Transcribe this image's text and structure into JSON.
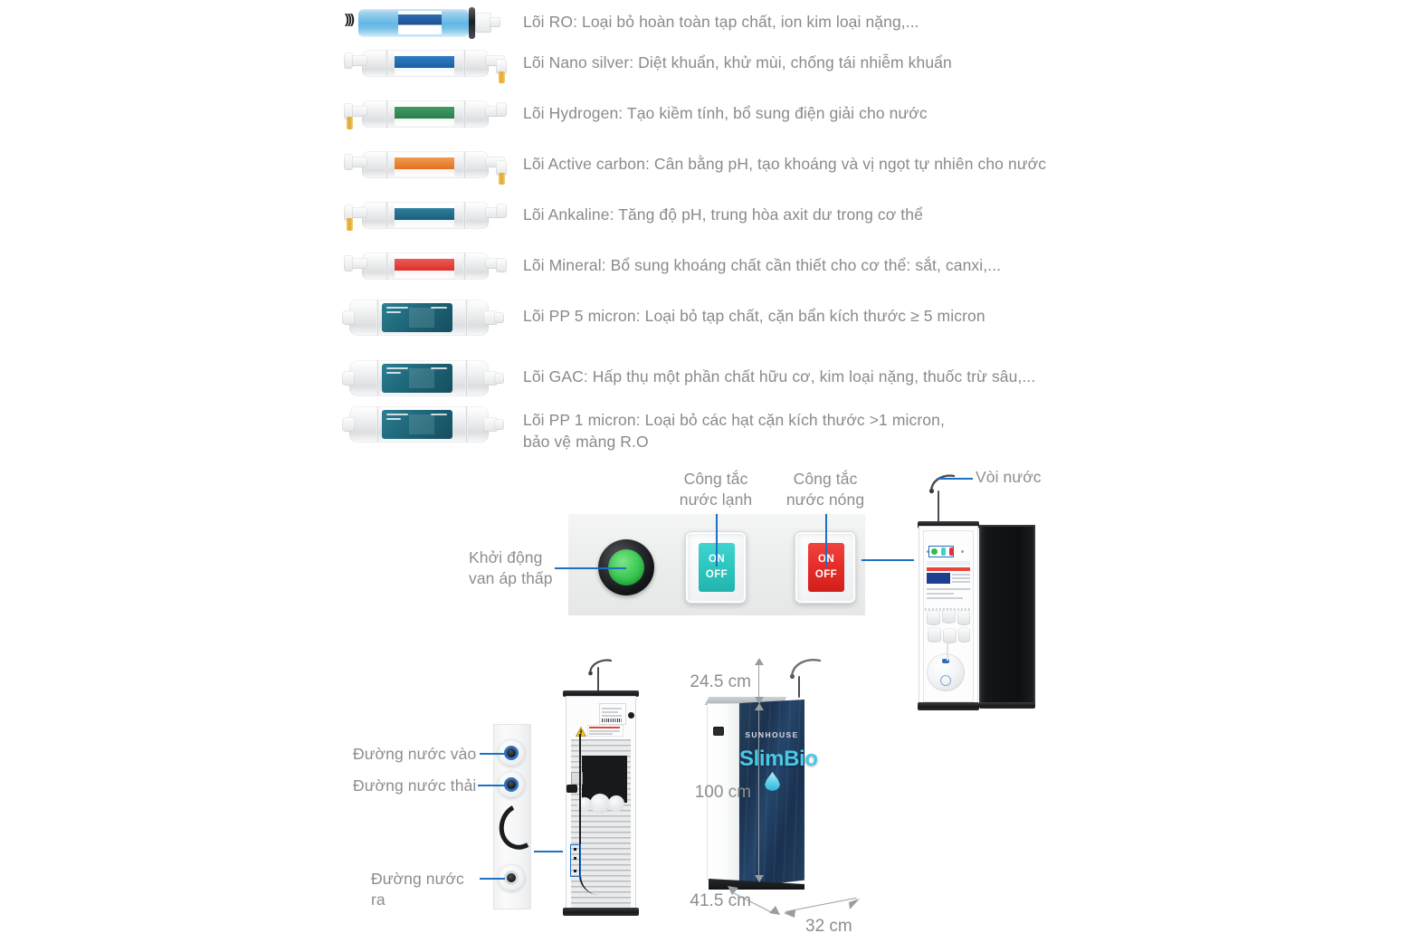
{
  "meta": {
    "brand": "SUNHOUSE",
    "model": "SlimBio",
    "language": "vi",
    "background_color": "#ffffff",
    "text_color": "#8a8a8a",
    "leader_color": "#1f6fc4",
    "dimension_color": "#9a9da0"
  },
  "filters": [
    {
      "index": 1,
      "name": "Lõi RO",
      "description": "Lõi RO: Loại bỏ hoàn toàn tạp chất, ion kim loại nặng,...",
      "cartridge_type": "ro-membrane",
      "label_color": "#7cc2e9"
    },
    {
      "index": 2,
      "name": "Lõi Nano silver",
      "description": "Lõi Nano silver: Diệt khuẩn, khử mùi, chống tái nhiễm khuẩn",
      "cartridge_type": "inline-small",
      "label_color": "#2a6fb5"
    },
    {
      "index": 3,
      "name": "Lõi Hydrogen",
      "description": "Lõi Hydrogen: Tạo kiềm tính, bổ sung điện giải cho nước",
      "cartridge_type": "inline-small",
      "label_color": "#2f8f5b"
    },
    {
      "index": 4,
      "name": "Lõi Active carbon",
      "description": "Lõi Active carbon: Cân bằng pH, tạo khoáng và vị ngọt tự nhiên cho nước",
      "cartridge_type": "inline-small",
      "label_color": "#e8823a"
    },
    {
      "index": 5,
      "name": "Lõi Ankaline",
      "description": "Lõi Ankaline: Tăng độ pH, trung hòa axit dư trong cơ thể",
      "cartridge_type": "inline-small",
      "label_color": "#1f6f8f"
    },
    {
      "index": 6,
      "name": "Lõi Mineral",
      "description": "Lõi Mineral: Bổ sung khoáng chất cần thiết cho cơ thể: sắt, canxi,...",
      "cartridge_type": "inline-small",
      "label_color": "#e2403c"
    },
    {
      "index": 7,
      "name": "Lõi PP 5 micron",
      "description": "Lõi PP 5 micron: Loại bỏ tạp chất, cặn bẩn kích thước ≥ 5 micron",
      "cartridge_type": "inline-large",
      "label_color": "#1d6b7c"
    },
    {
      "index": 8,
      "name": "Lõi GAC",
      "description": "Lõi GAC: Hấp thụ một phần chất hữu cơ, kim loại nặng, thuốc trừ sâu,...",
      "cartridge_type": "inline-large",
      "label_color": "#1d6b7c"
    },
    {
      "index": 9,
      "name": "Lõi PP 1 micron",
      "description": "Lõi PP 1 micron: Loại bỏ các hạt cặn kích thước >1 micron,\nbảo vệ màng R.O",
      "cartridge_type": "inline-large",
      "label_color": "#1d6b7c"
    }
  ],
  "control_panel": {
    "callouts": {
      "low_pressure_valve": "Khởi động\nvan áp thấp",
      "cold_switch": "Công tắc\nnước lạnh",
      "hot_switch": "Công tắc\nnước nóng"
    },
    "switches": {
      "cold": {
        "on_label": "ON",
        "off_label": "OFF",
        "color": "#2ec6c0"
      },
      "hot": {
        "on_label": "ON",
        "off_label": "OFF",
        "color": "#e52d28"
      }
    },
    "start_button_color": "#32c44a"
  },
  "cabinet": {
    "faucet_callout": "Vòi nước"
  },
  "ports": {
    "inlet": "Đường nước vào",
    "waste": "Đường nước thải",
    "outlet": "Đường nước ra"
  },
  "dimensions": {
    "top_height": "24.5 cm",
    "body_height": "100 cm",
    "depth": "41.5 cm",
    "width": "32 cm"
  },
  "product": {
    "brand_text": "SUNHOUSE",
    "model_text": "SlimBio"
  }
}
